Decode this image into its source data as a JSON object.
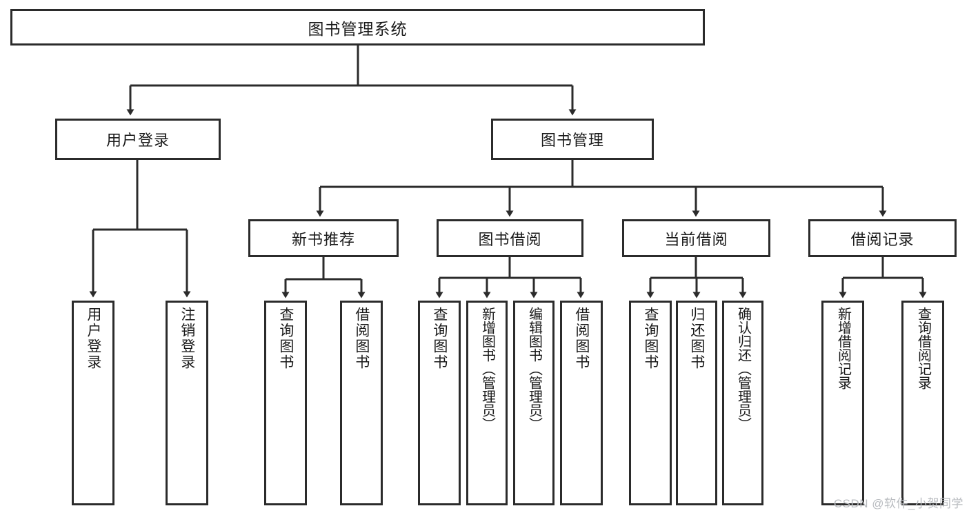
{
  "diagram": {
    "title": "图书管理系统",
    "type": "hierarchical-tree",
    "root": {
      "label": "图书管理系统"
    },
    "level2": [
      {
        "label": "用户登录"
      },
      {
        "label": "图书管理"
      }
    ],
    "level3": [
      {
        "label": "新书推荐"
      },
      {
        "label": "图书借阅"
      },
      {
        "label": "当前借阅"
      },
      {
        "label": "借阅记录"
      }
    ],
    "leaves": {
      "user_login": [
        {
          "label": "用户登录"
        },
        {
          "label": "注销登录"
        }
      ],
      "new_book_recommend": [
        {
          "label": "查询图书"
        },
        {
          "label": "借阅图书"
        }
      ],
      "book_borrow": [
        {
          "label": "查询图书"
        },
        {
          "label": "新增图书（管理员）"
        },
        {
          "label": "编辑图书（管理员）"
        },
        {
          "label": "借阅图书"
        }
      ],
      "current_borrow": [
        {
          "label": "查询图书"
        },
        {
          "label": "归还图书"
        },
        {
          "label": "确认归还（管理员）"
        }
      ],
      "borrow_records": [
        {
          "label": "新增借阅记录"
        },
        {
          "label": "查询借阅记录"
        }
      ]
    }
  },
  "watermark": {
    "text": "CSDN @软件_小贺同学"
  },
  "colors": {
    "stroke": "#2b2b2b",
    "background": "#ffffff",
    "text": "#1a1a1a",
    "watermark": "#b9bcc0"
  }
}
